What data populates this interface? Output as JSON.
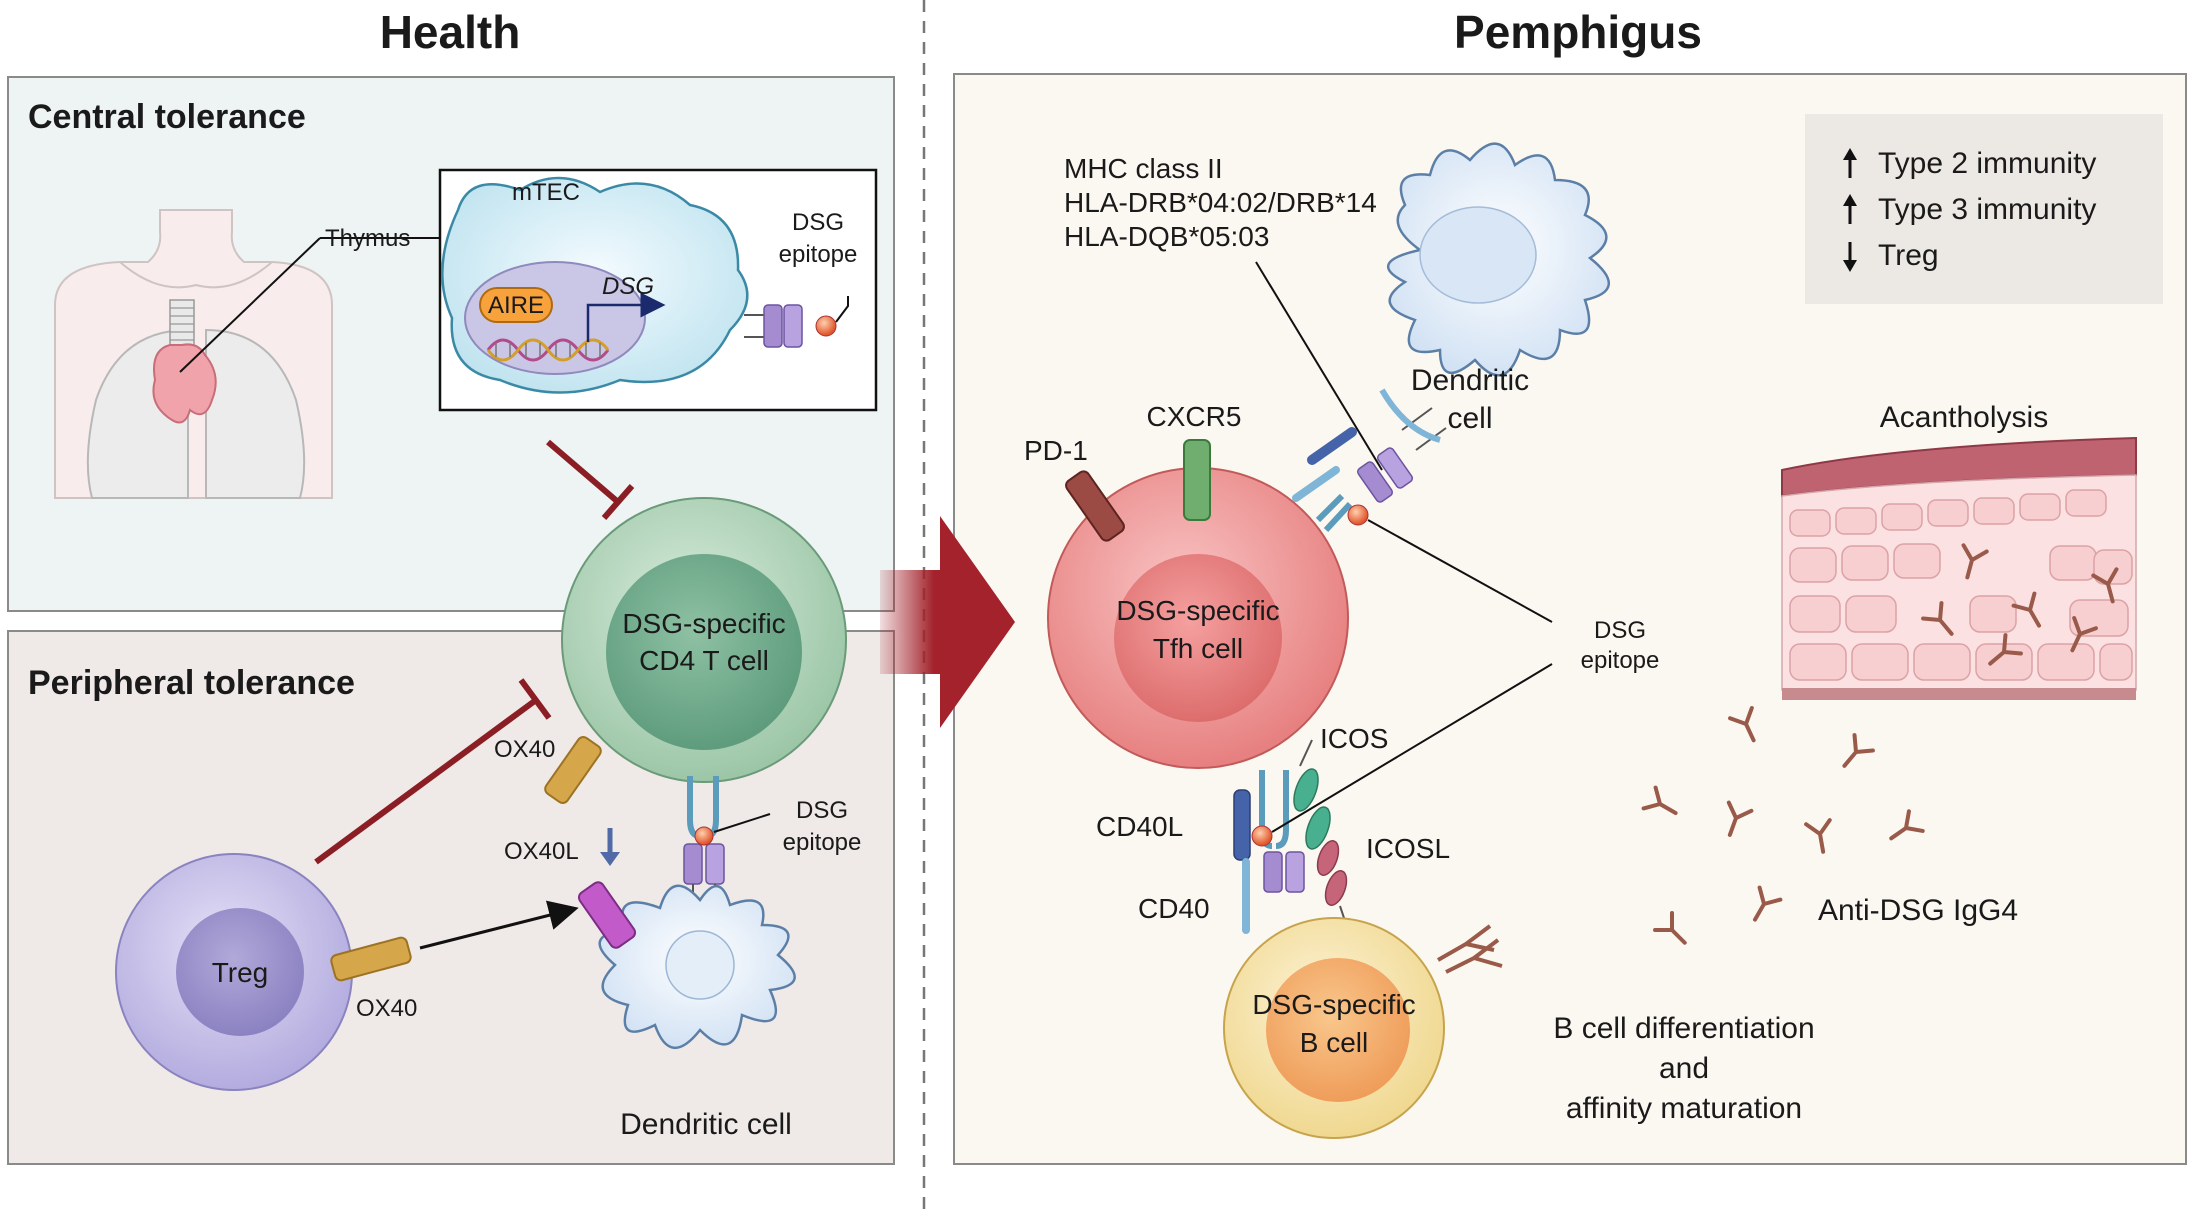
{
  "titles": {
    "health": "Health",
    "pemphigus": "Pemphigus"
  },
  "health": {
    "central_tolerance": "Central tolerance",
    "peripheral_tolerance": "Peripheral tolerance",
    "thymus": "Thymus",
    "mtec": "mTEC",
    "aire": "AIRE",
    "dsg_gene": "DSG",
    "dsg_epitope_1": "DSG",
    "dsg_epitope_2": "epitope",
    "t_cell_line1": "DSG-specific",
    "t_cell_line2": "CD4 T cell",
    "ox40_tcell": "OX40",
    "ox40l": "OX40L",
    "treg": "Treg",
    "ox40_treg": "OX40",
    "dc_epitope_1": "DSG",
    "dc_epitope_2": "epitope",
    "dendritic_cell": "Dendritic cell"
  },
  "pemphigus": {
    "mhc_line1": "MHC class II",
    "mhc_line2": "HLA-DRB*04:02/DRB*14",
    "mhc_line3": "HLA-DQB*05:03",
    "immunity_1": "Type 2 immunity",
    "immunity_2": "Type 3 immunity",
    "immunity_3": "Treg",
    "pd1": "PD-1",
    "cxcr5": "CXCR5",
    "dc_line1": "Dendritic",
    "dc_line2": "cell",
    "tfh_line1": "DSG-specific",
    "tfh_line2": "Tfh cell",
    "acantholysis": "Acantholysis",
    "epitope_line1": "DSG",
    "epitope_line2": "epitope",
    "icos": "ICOS",
    "cd40l": "CD40L",
    "icosl": "ICOSL",
    "cd40": "CD40",
    "bcell_line1": "DSG-specific",
    "bcell_line2": "B cell",
    "anti_dsg": "Anti-DSG IgG4",
    "bdiff_line1": "B cell differentiation",
    "bdiff_line2": "and",
    "bdiff_line3": "affinity maturation"
  },
  "colors": {
    "central_bg": "#edf4f3",
    "peripheral_bg": "#efe9e8",
    "pemphigus_bg": "#fbf7f1",
    "tcell": "#a9cfb2",
    "tfh": "#ef8f8f",
    "bcell": "#f6e3ac",
    "treg": "#c9c3ea",
    "inhibit": "#8b1e24",
    "arrow": "#a3222b"
  }
}
